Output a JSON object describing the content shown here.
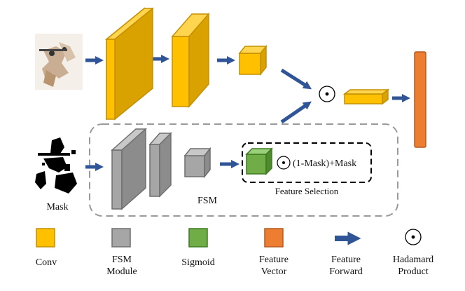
{
  "labels": {
    "mask": "Mask",
    "fsm": "FSM",
    "formula": "(1-Mask)+Mask",
    "feature_selection": "Feature Selection"
  },
  "legend": {
    "conv": "Conv",
    "fsm_line1": "FSM",
    "fsm_line2": "Module",
    "sigmoid": "Sigmoid",
    "vector_line1": "Feature",
    "vector_line2": "Vector",
    "forward_line1": "Feature",
    "forward_line2": "Forward",
    "hadamard_line1": "Hadamard",
    "hadamard_line2": "Product"
  },
  "colors": {
    "conv": "#FFC000",
    "conv_edge": "#C49000",
    "fsm": "#A6A6A6",
    "fsm_edge": "#6E6E6E",
    "sigmoid": "#70AD47",
    "sigmoid_edge": "#3E7A22",
    "vector": "#ED7D31",
    "vector_edge": "#B55A1C",
    "arrow": "#2F5597"
  },
  "icons": {
    "hadamard": "circled-dot-icon"
  }
}
